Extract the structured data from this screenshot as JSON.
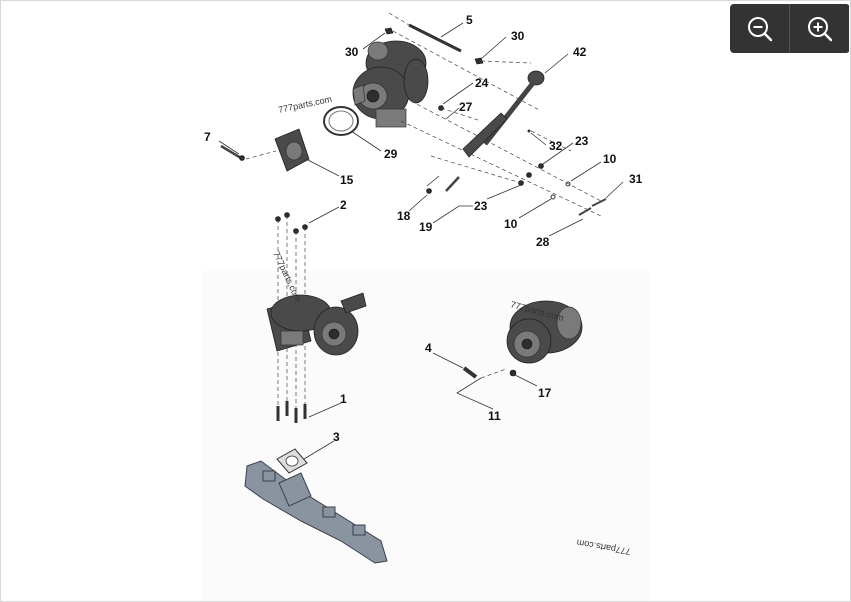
{
  "zoom": {
    "zoom_out_icon": "zoom-out-icon",
    "zoom_in_icon": "zoom-in-icon"
  },
  "watermarks": [
    "777parts.com",
    "777parts.com",
    "777parts.com",
    "777parts.com"
  ],
  "callouts": {
    "c5": "5",
    "c30a": "30",
    "c30b": "30",
    "c42": "42",
    "c24": "24",
    "c27": "27",
    "c7": "7",
    "c29": "29",
    "c15": "15",
    "c32": "32",
    "c23a": "23",
    "c10a": "10",
    "c31": "31",
    "c18": "18",
    "c19": "19",
    "c23b": "23",
    "c10b": "10",
    "c28": "28",
    "c2": "2",
    "c4": "4",
    "c17": "17",
    "c11": "11",
    "c1": "1",
    "c3": "3"
  }
}
